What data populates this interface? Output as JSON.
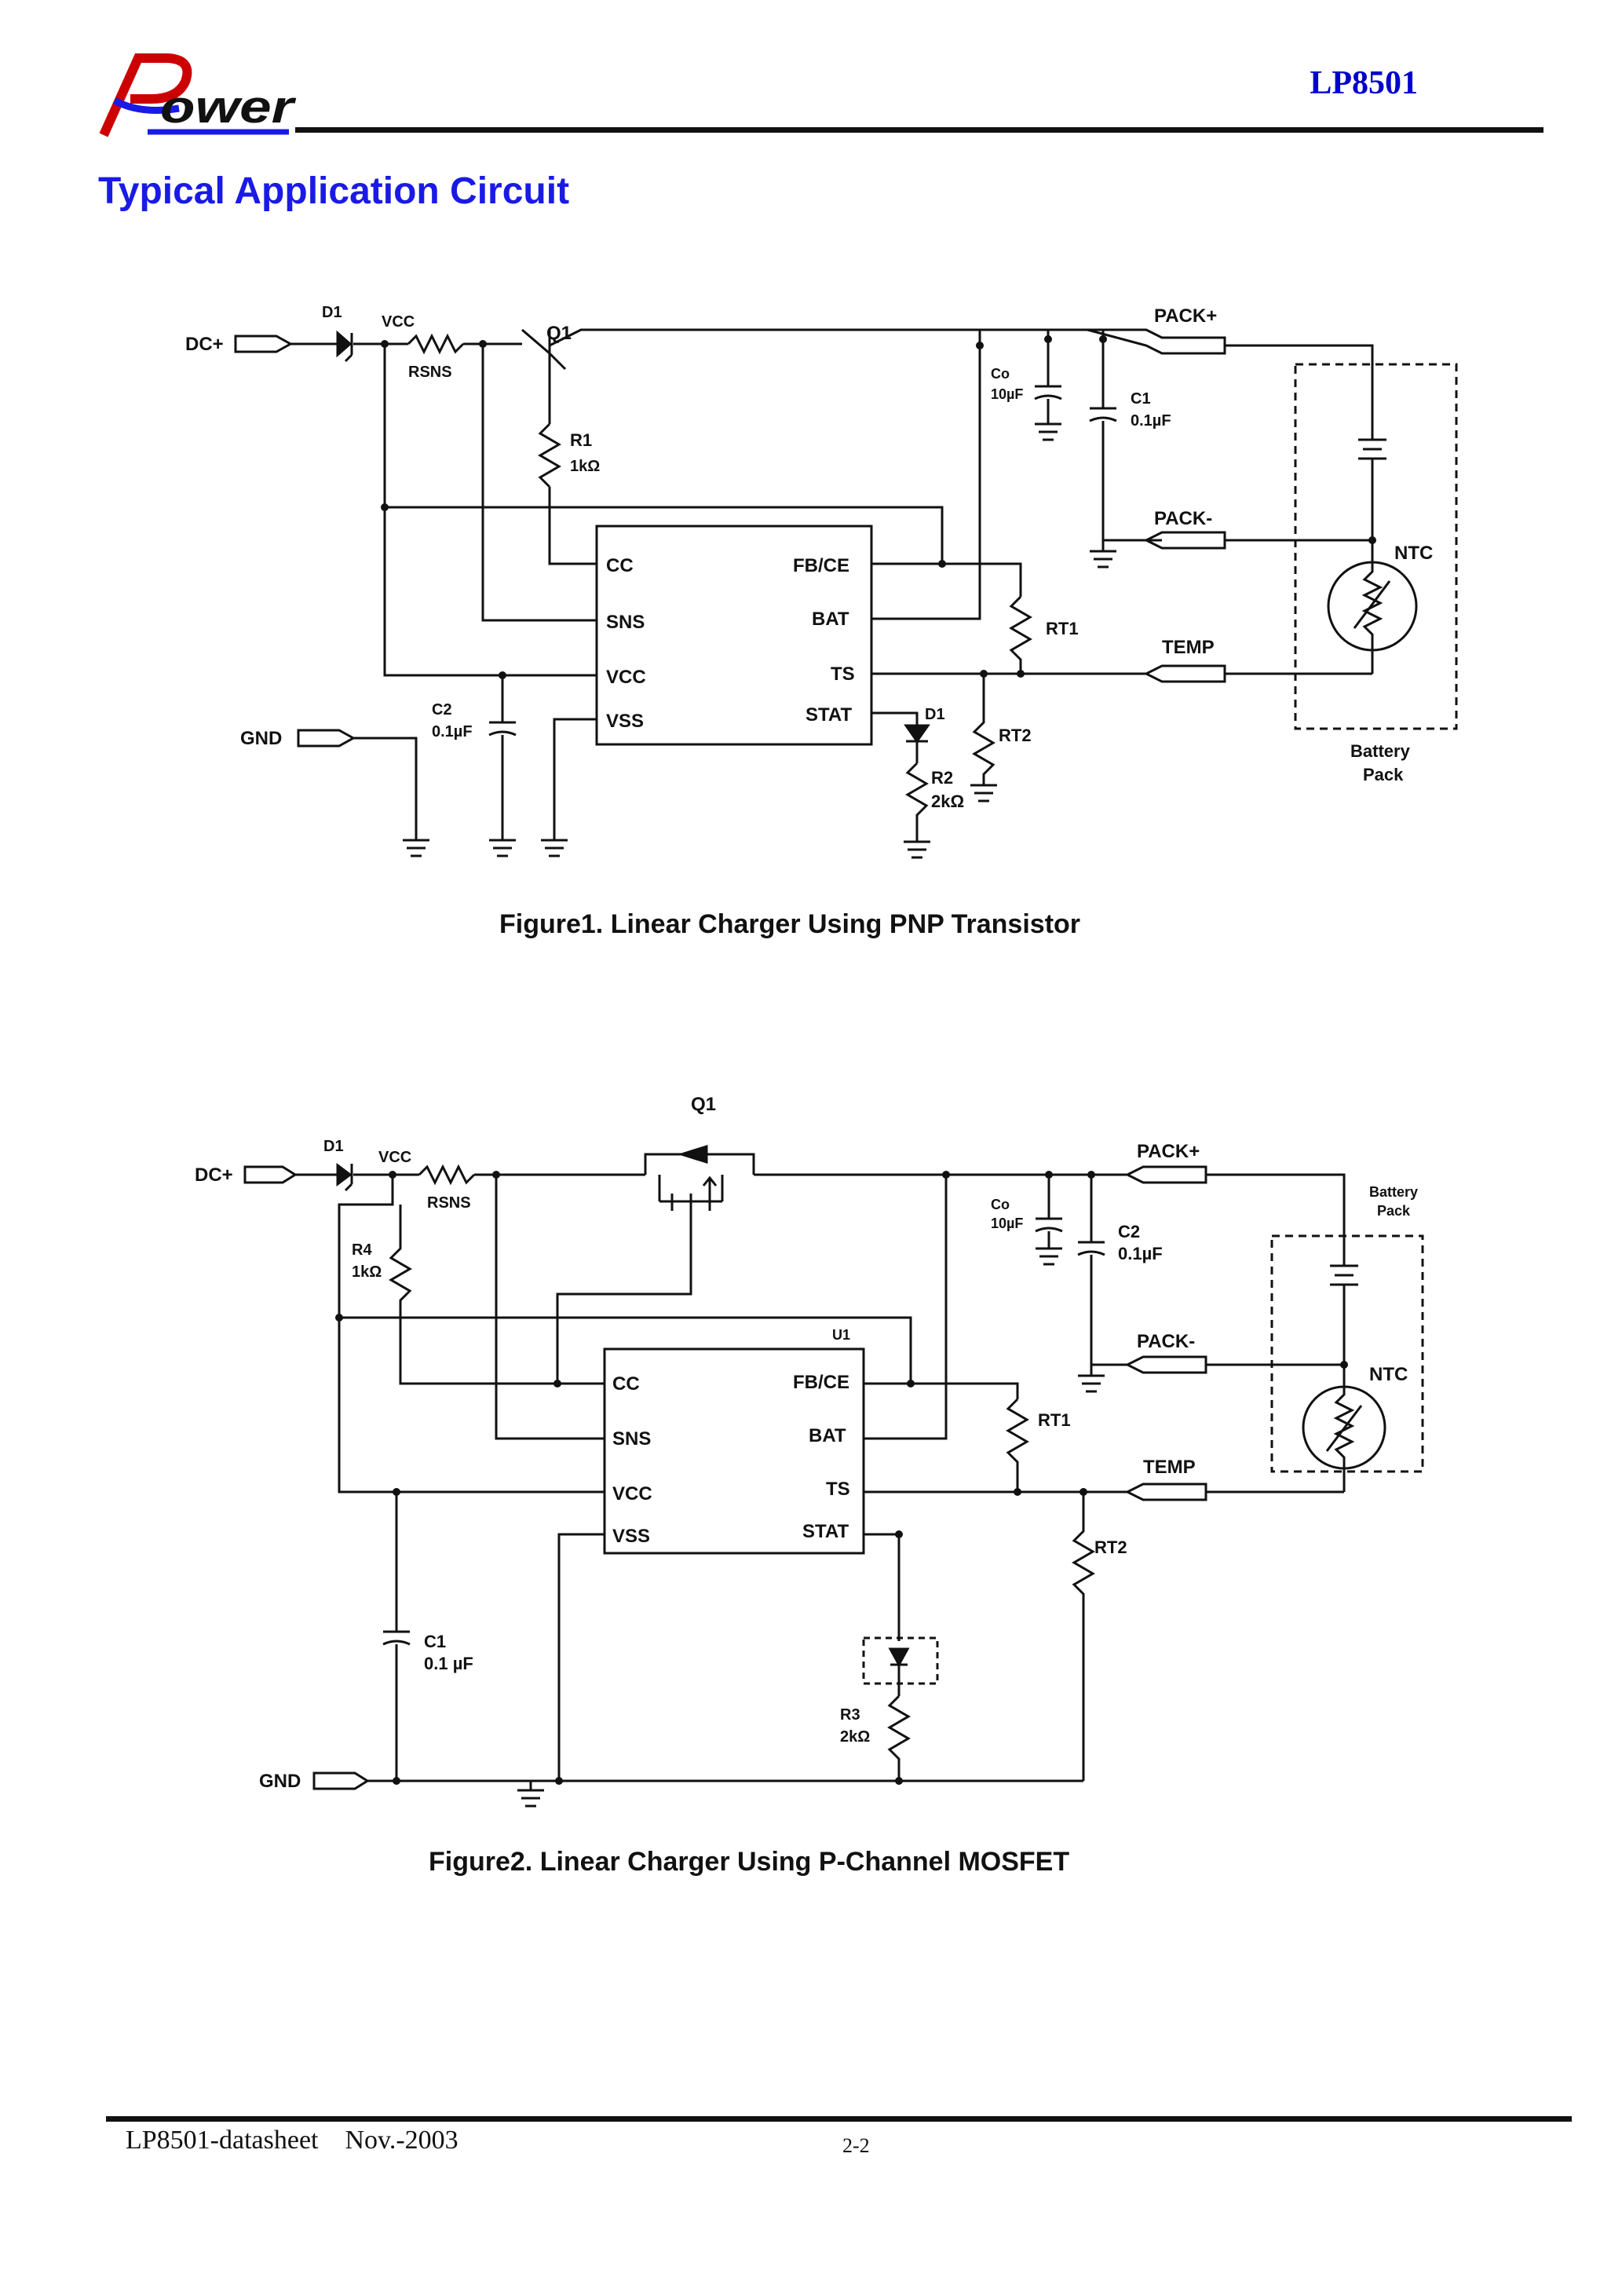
{
  "header": {
    "logo_text": "Power",
    "part_number": "LP8501"
  },
  "section_title": "Typical Application Circuit",
  "figure1": {
    "caption": "Figure1.  Linear Charger Using PNP Transistor",
    "labels": {
      "dc_plus": "DC+",
      "d1": "D1",
      "vcc_top": "VCC",
      "rsns": "RSNS",
      "q1": "Q1",
      "r1": "R1",
      "r1_val": "1kΩ",
      "co": "Co",
      "co_val": "10µF",
      "c1": "C1",
      "c1_val": "0.1µF",
      "pack_plus": "PACK+",
      "pack_minus": "PACK-",
      "ntc": "NTC",
      "temp": "TEMP",
      "battery": "Battery",
      "pack": "Pack",
      "gnd": "GND",
      "c2": "C2",
      "c2_val": "0.1µF",
      "pin_cc": "CC",
      "pin_sns": "SNS",
      "pin_vcc": "VCC",
      "pin_vss": "VSS",
      "pin_fbce": "FB/CE",
      "pin_bat": "BAT",
      "pin_ts": "TS",
      "pin_stat": "STAT",
      "rt1": "RT1",
      "rt2": "RT2",
      "d1_led": "D1",
      "r2": "R2",
      "r2_val": "2kΩ"
    }
  },
  "figure2": {
    "caption": "Figure2.  Linear Charger Using P-Channel MOSFET",
    "labels": {
      "dc_plus": "DC+",
      "d1": "D1",
      "vcc_top": "VCC",
      "rsns": "RSNS",
      "q1": "Q1",
      "r4": "R4",
      "r4_val": "1kΩ",
      "u1": "U1",
      "co": "Co",
      "co_val": "10µF",
      "c2": "C2",
      "c2_val": "0.1µF",
      "pack_plus": "PACK+",
      "pack_minus": "PACK-",
      "battery": "Battery",
      "pack": "Pack",
      "ntc": "NTC",
      "temp": "TEMP",
      "pin_cc": "CC",
      "pin_sns": "SNS",
      "pin_vcc": "VCC",
      "pin_vss": "VSS",
      "pin_fbce": "FB/CE",
      "pin_bat": "BAT",
      "pin_ts": "TS",
      "pin_stat": "STAT",
      "rt1": "RT1",
      "rt2": "RT2",
      "c1": "C1",
      "c1_val": "0.1 µF",
      "r3": "R3",
      "r3_val": "2kΩ",
      "gnd": "GND"
    }
  },
  "footer": {
    "doc": "LP8501-datasheet    Nov.-2003",
    "page": "2-2"
  }
}
